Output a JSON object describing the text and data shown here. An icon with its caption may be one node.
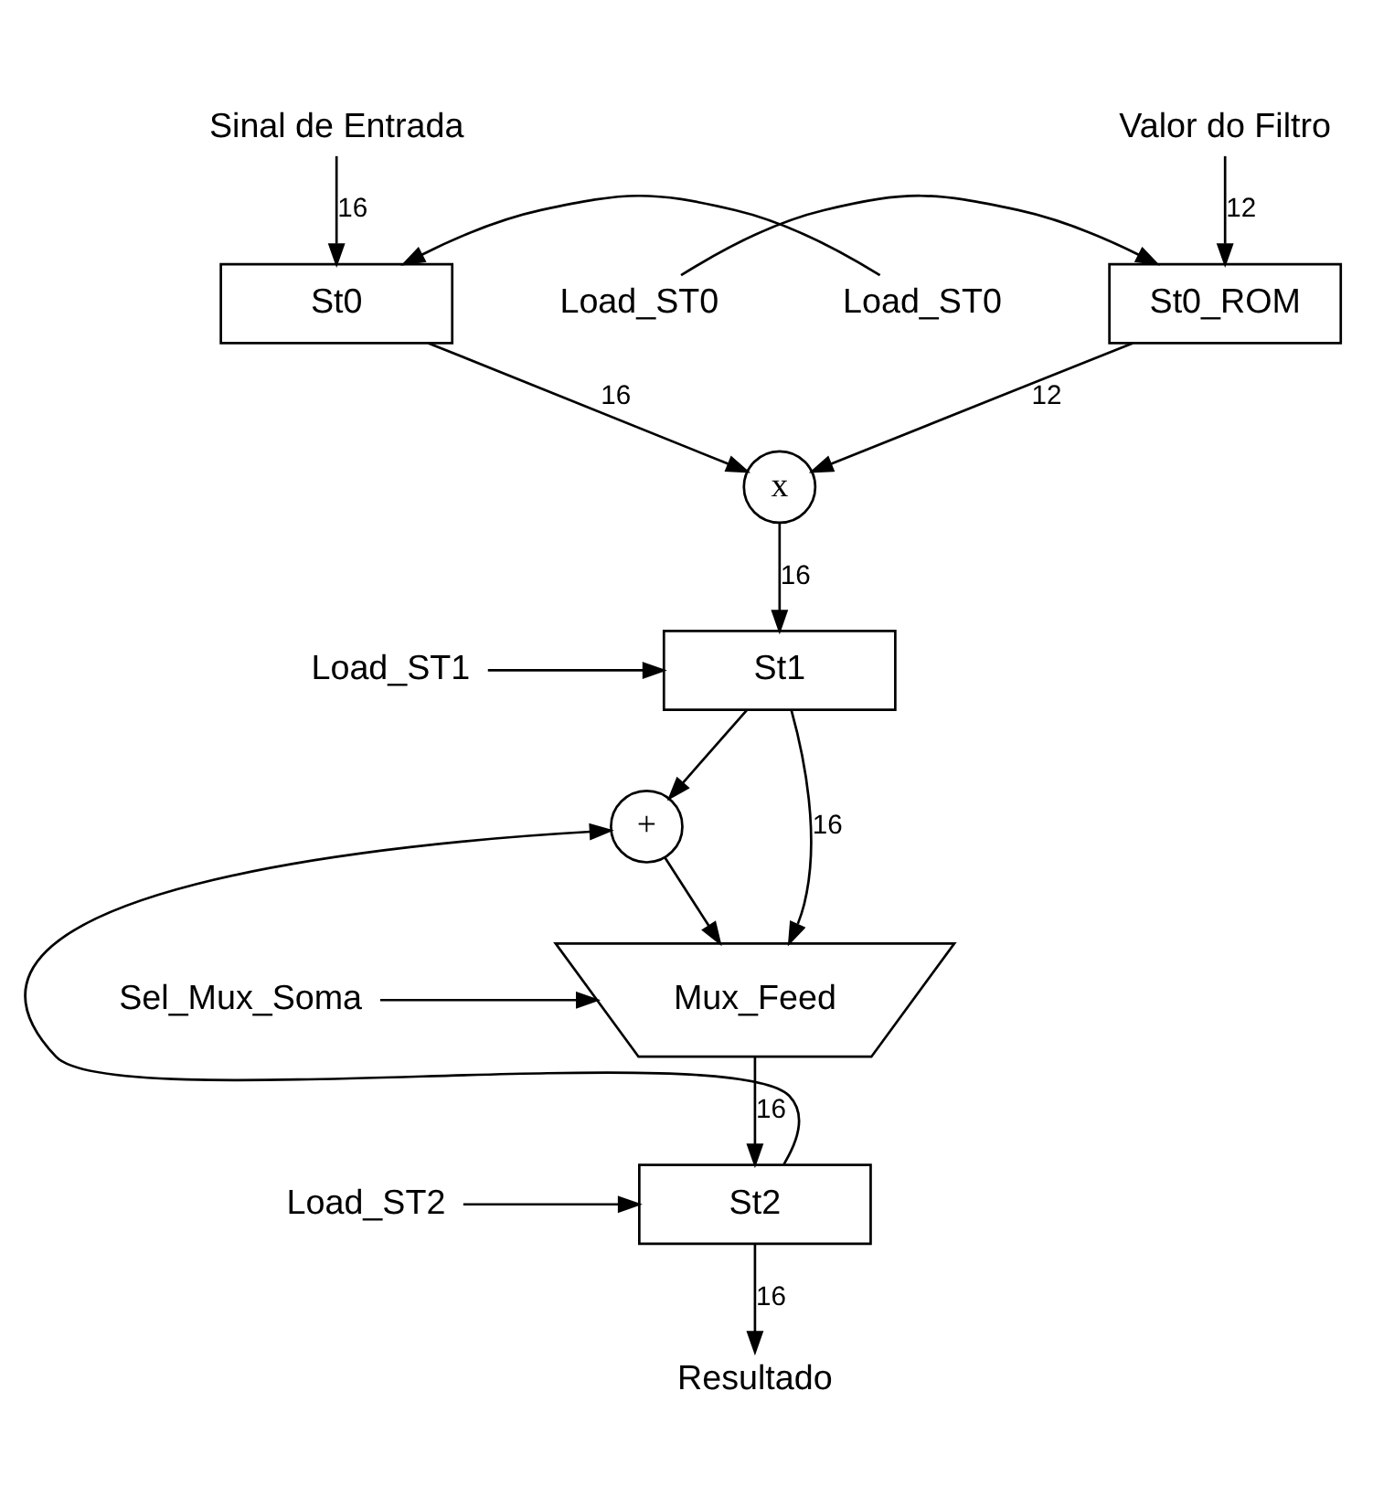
{
  "diagram": {
    "nodes": [
      {
        "text": [
          "Sinal de Entrada"
        ]
      },
      {
        "text": [
          "Valor do Filtro"
        ]
      },
      {
        "text": [
          "Load_ST0"
        ]
      },
      {
        "text": [
          "St0"
        ]
      },
      {
        "text": [
          "Load_ST0"
        ]
      },
      {
        "text": [
          "St0_ROM"
        ]
      },
      {
        "text": [
          "x"
        ]
      },
      {
        "text": [
          "Load_ST1"
        ]
      },
      {
        "text": [
          "St1"
        ]
      },
      {
        "text": [
          "+"
        ]
      },
      {
        "text": [
          "Sel_Mux_Soma"
        ]
      },
      {
        "text": [
          "Mux_Feed"
        ]
      },
      {
        "text": [
          "Load_ST2"
        ]
      },
      {
        "text": [
          "St2"
        ]
      },
      {
        "text": [
          "Resultado"
        ]
      }
    ],
    "edges": [
      {
        "from": 0,
        "to": 3,
        "arrow": "to",
        "label": "16"
      },
      {
        "from": 1,
        "to": 5,
        "arrow": "to",
        "label": "12"
      },
      {
        "from": 2,
        "to": 3,
        "arrow": "to"
      },
      {
        "from": 4,
        "to": 5,
        "arrow": "to"
      },
      {
        "from": 3,
        "to": 6,
        "arrow": "to",
        "label": "16"
      },
      {
        "from": 5,
        "to": 6,
        "arrow": "to",
        "label": "12"
      },
      {
        "from": 6,
        "to": 8,
        "arrow": "to",
        "label": "16"
      },
      {
        "from": 7,
        "to": 8,
        "arrow": "to"
      },
      {
        "from": 8,
        "to": 11,
        "arrow": "to",
        "label": "16"
      },
      {
        "from": 8,
        "to": 9,
        "arrow": "to"
      },
      {
        "from": 13,
        "to": 9,
        "arrow": "to"
      },
      {
        "from": 9,
        "to": 11,
        "arrow": "to"
      },
      {
        "from": 10,
        "to": 11,
        "arrow": "to"
      },
      {
        "from": 11,
        "to": 13,
        "arrow": "to",
        "label": "16"
      },
      {
        "from": 12,
        "to": 13,
        "arrow": "to"
      },
      {
        "from": 13,
        "to": 14,
        "arrow": "to",
        "label": "16"
      }
    ]
  }
}
